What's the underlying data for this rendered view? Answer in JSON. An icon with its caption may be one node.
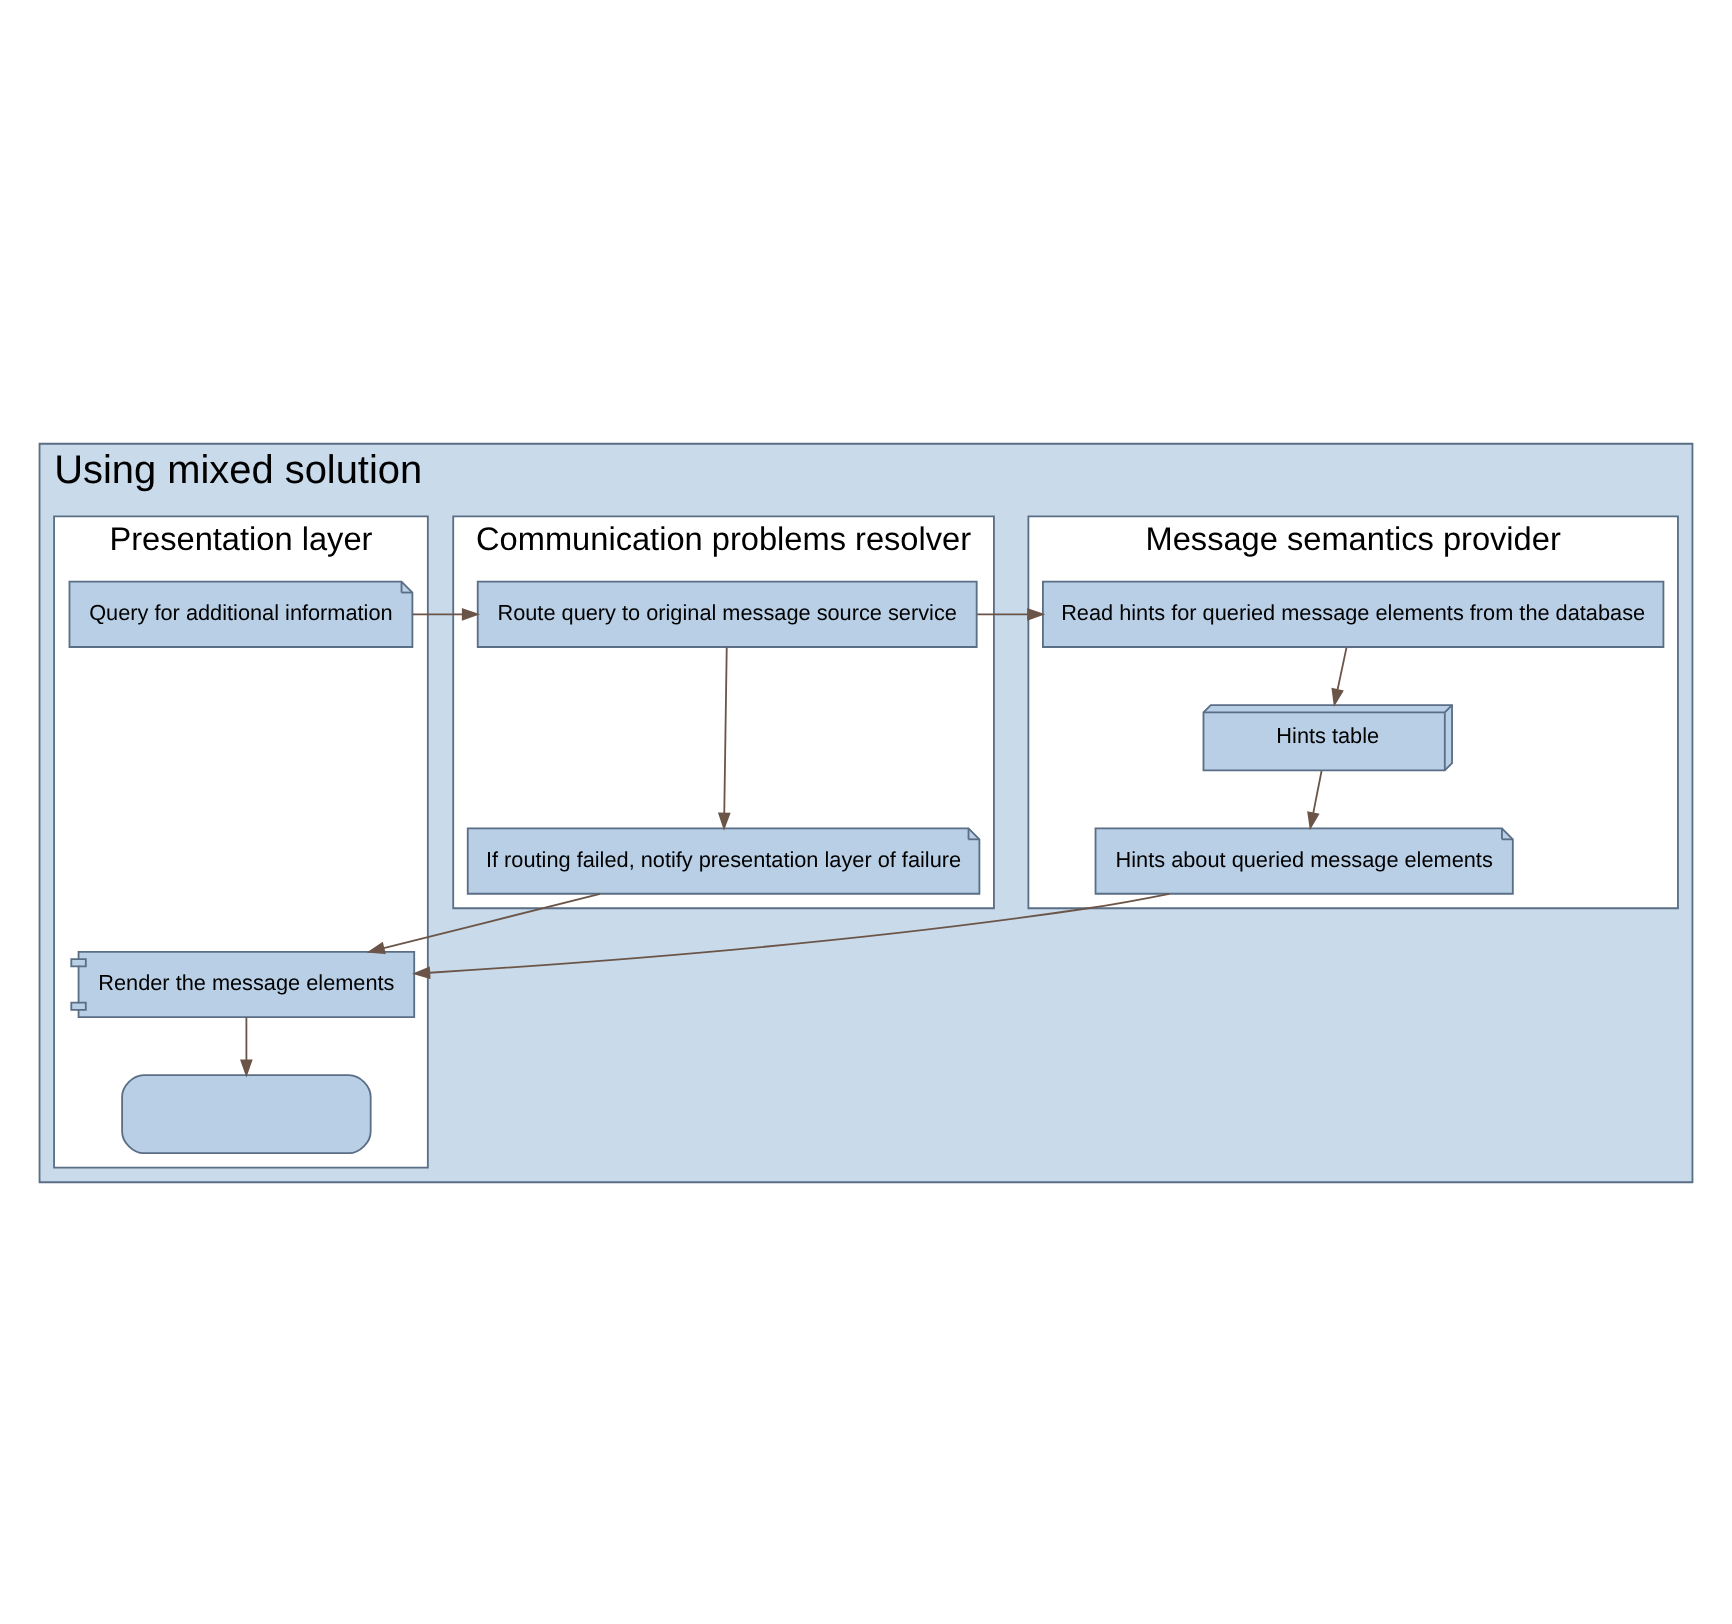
{
  "diagram": {
    "nodes": [
      {
        "text": [
          "Using mixed solution"
        ]
      },
      {
        "text": [
          "Message semantics provider"
        ],
        "in": 0
      },
      {
        "text": [
          "Communication problems resolver"
        ],
        "in": 0
      },
      {
        "text": [
          "Presentation layer"
        ],
        "in": 0
      },
      {
        "text": [
          "Read hints for queried message elements from the database"
        ],
        "in": 1
      },
      {
        "text": [
          "Hints table"
        ],
        "in": 1
      },
      {
        "text": [
          "Hints about queried message elements"
        ],
        "in": 1
      },
      {
        "text": [
          "Route query to original message source service"
        ],
        "in": 2
      },
      {
        "text": [
          "If routing failed, notify presentation layer of failure"
        ],
        "in": 2
      },
      {
        "text": [
          "Query for additional information"
        ],
        "in": 3
      },
      {
        "text": [
          "Render the message elements"
        ],
        "in": 3
      },
      {
        "text": [],
        "shape": "oval",
        "in": 3
      }
    ],
    "edges": [
      {
        "from": 9,
        "to": 7,
        "arrow": "to"
      },
      {
        "from": 7,
        "to": 4,
        "arrow": "to"
      },
      {
        "from": 7,
        "to": 8,
        "arrow": "to"
      },
      {
        "from": 4,
        "to": 5,
        "arrow": "to"
      },
      {
        "from": 5,
        "to": 6,
        "arrow": "to"
      },
      {
        "from": 6,
        "to": 10,
        "arrow": "to"
      },
      {
        "from": 8,
        "to": 10,
        "arrow": "to"
      },
      {
        "from": 10,
        "to": 11,
        "arrow": "to"
      }
    ]
  }
}
